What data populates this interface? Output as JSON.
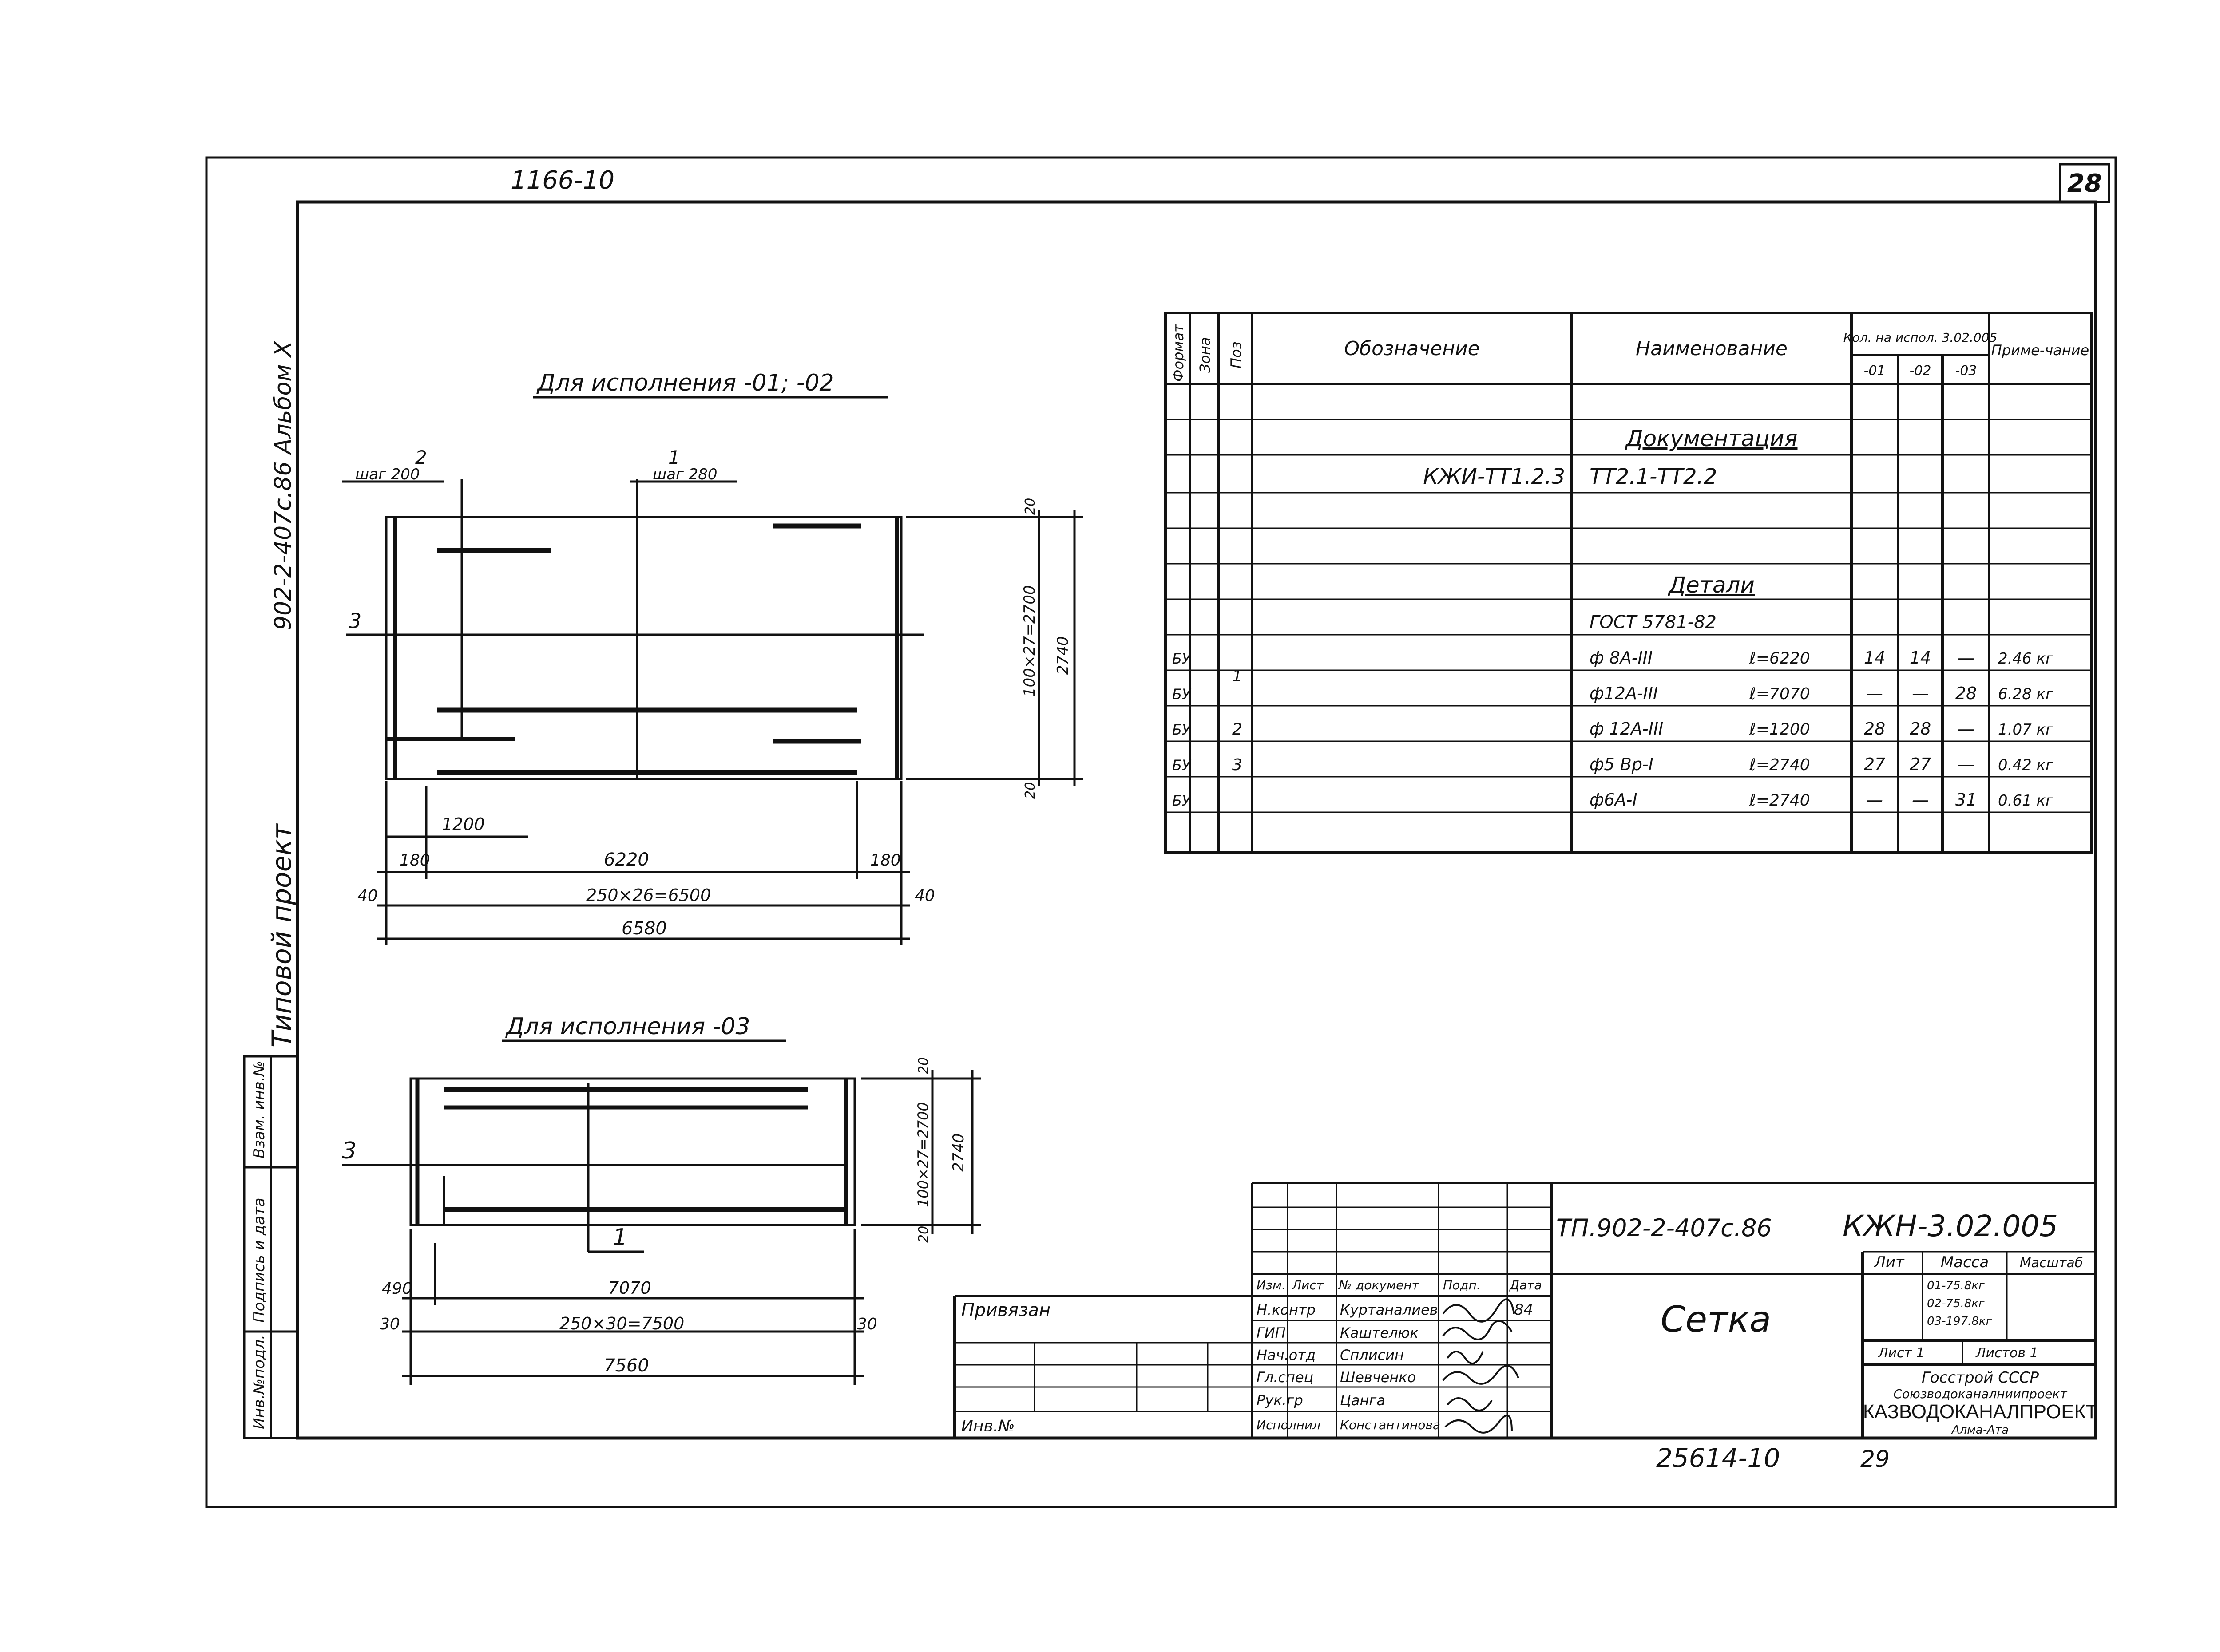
{
  "sheet": {
    "top_left_code": "1166-10",
    "sheet_number": "28",
    "bottom_code": "25614-10",
    "bottom_page": "29"
  },
  "side_strip": {
    "title": "Типовой  проект",
    "album": "902-2-407с.86  Альбом X",
    "labels": [
      "Инв.№подл.",
      "Подпись и дата",
      "Взам. инв.№"
    ]
  },
  "view1": {
    "title": "Для исполнения  -01; -02",
    "callout_2": "2",
    "callout_2_step": "шаг 200",
    "callout_1": "1",
    "callout_1_step": "шаг 280",
    "callout_3": "3",
    "dims": {
      "top_right": "20",
      "vertical": "100×27=2700",
      "vertical_total": "2740",
      "bottom_right": "20",
      "d1200": "1200",
      "d180_left": "180",
      "d6220": "6220",
      "d180_right": "180",
      "d40_left": "40",
      "d_step": "250×26=6500",
      "d40_right": "40",
      "d_total": "6580"
    }
  },
  "view2": {
    "title": "Для исполнения  -03",
    "callout_3": "3",
    "callout_1": "1",
    "dims": {
      "top": "20",
      "vertical": "100×27=2700",
      "vertical_total": "2740",
      "bottom": "20",
      "d490": "490",
      "d7070": "7070",
      "d30_left": "30",
      "d_step": "250×30=7500",
      "d30_right": "30",
      "d_total": "7560"
    }
  },
  "spec": {
    "headers": {
      "format": "Формат",
      "zone": "Зона",
      "pos": "Поз",
      "designation": "Обозначение",
      "name": "Наименование",
      "qty": "Кол. на испол. 3.02.005",
      "q01": "-01",
      "q02": "-02",
      "q03": "-03",
      "note": "Приме-чание"
    },
    "section_docs": "Документация",
    "doc_designation": "КЖИ-ТТ1.2.3",
    "doc_name": "ТТ2.1-ТТ2.2",
    "section_parts": "Детали",
    "gost": "ГОСТ 5781-82",
    "rows": [
      {
        "format": "БУ",
        "pos": "1",
        "name": "ф 8А-III",
        "len": "ℓ=6220",
        "q01": "14",
        "q02": "14",
        "q03": "—",
        "note": "2.46 кг"
      },
      {
        "format": "БУ",
        "pos": "",
        "name": "ф12А-III",
        "len": "ℓ=7070",
        "q01": "—",
        "q02": "—",
        "q03": "28",
        "note": "6.28 кг"
      },
      {
        "format": "БУ",
        "pos": "2",
        "name": "ф 12А-III",
        "len": "ℓ=1200",
        "q01": "28",
        "q02": "28",
        "q03": "—",
        "note": "1.07 кг"
      },
      {
        "format": "БУ",
        "pos": "3",
        "name": "ф5 Вр-I",
        "len": "ℓ=2740",
        "q01": "27",
        "q02": "27",
        "q03": "—",
        "note": "0.42 кг"
      },
      {
        "format": "БУ",
        "pos": "",
        "name": "ф6А-I",
        "len": "ℓ=2740",
        "q01": "—",
        "q02": "—",
        "q03": "31",
        "note": "0.61 кг"
      }
    ]
  },
  "title_block": {
    "project": "ТП.902-2-407с.86",
    "code": "КЖН-3.02.005",
    "name": "Сетка",
    "hdr": [
      "Изм.",
      "Лист",
      "№ документ",
      "Подп.",
      "Дата"
    ],
    "roles": [
      "Н.контр",
      "ГИП",
      "Нач.отд",
      "Гл.спец",
      "Рук.гр",
      "Исполнил"
    ],
    "people": [
      "Куртаналиев",
      "Каштелюк",
      "Сплисин",
      "Шевченко",
      "Цанга",
      "Константинова"
    ],
    "date": "84",
    "lit": "Лит",
    "mass": "Масса",
    "scale": "Масштаб",
    "masses": [
      "01-75.8кг",
      "02-75.8кг",
      "03-197.8кг"
    ],
    "sheet": "Лист 1",
    "sheets": "Листов 1",
    "org1": "Госстрой СССР",
    "org2": "Союзводоканалниипроект",
    "org3": "КАЗВОДОКАНАЛПРОЕКТ",
    "org4": "Алма-Ата",
    "binding": "Привязан",
    "inv": "Инв.№"
  }
}
